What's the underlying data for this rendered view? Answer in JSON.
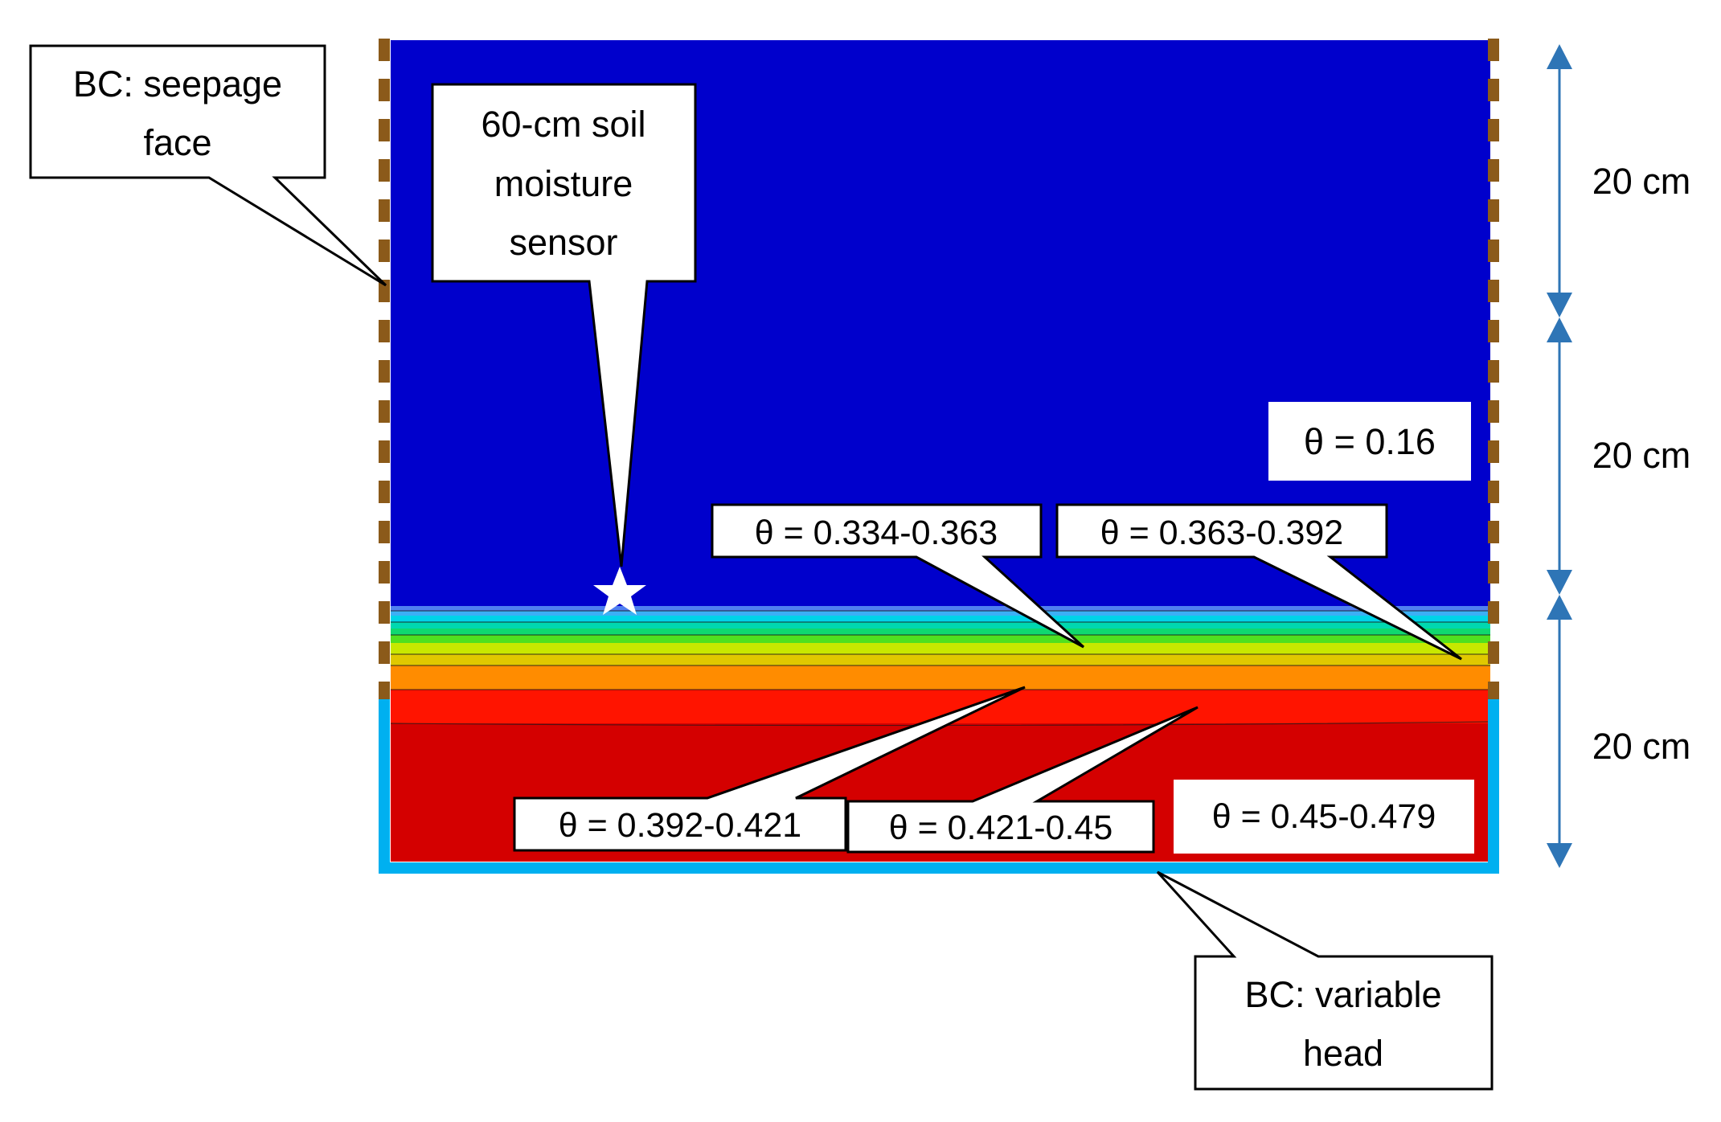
{
  "callouts": {
    "seepage": [
      "BC: seepage",
      "face"
    ],
    "sensor": [
      "60-cm soil",
      "moisture",
      "sensor"
    ],
    "variable_head": [
      "BC: variable",
      "head"
    ]
  },
  "theta_labels": {
    "top": "θ = 0.16",
    "l334": "θ = 0.334-0.363",
    "l363": "θ = 0.363-0.392",
    "l392": "θ = 0.392-0.421",
    "l421": "θ = 0.421-0.45",
    "l450": "θ = 0.45-0.479"
  },
  "dimensions": [
    "20 cm",
    "20 cm",
    "20 cm"
  ],
  "colors": {
    "soil_dry": "#0000CC",
    "soil_wet": "#D40000",
    "seepage_boundary": "#8B5A1A",
    "variable_head_boundary": "#00B0F0",
    "dimension_arrow": "#2E75B6",
    "sensor_marker": "#FFFFFF"
  },
  "icons": {
    "sensor": "star-marker",
    "dimension": "double-arrow"
  }
}
